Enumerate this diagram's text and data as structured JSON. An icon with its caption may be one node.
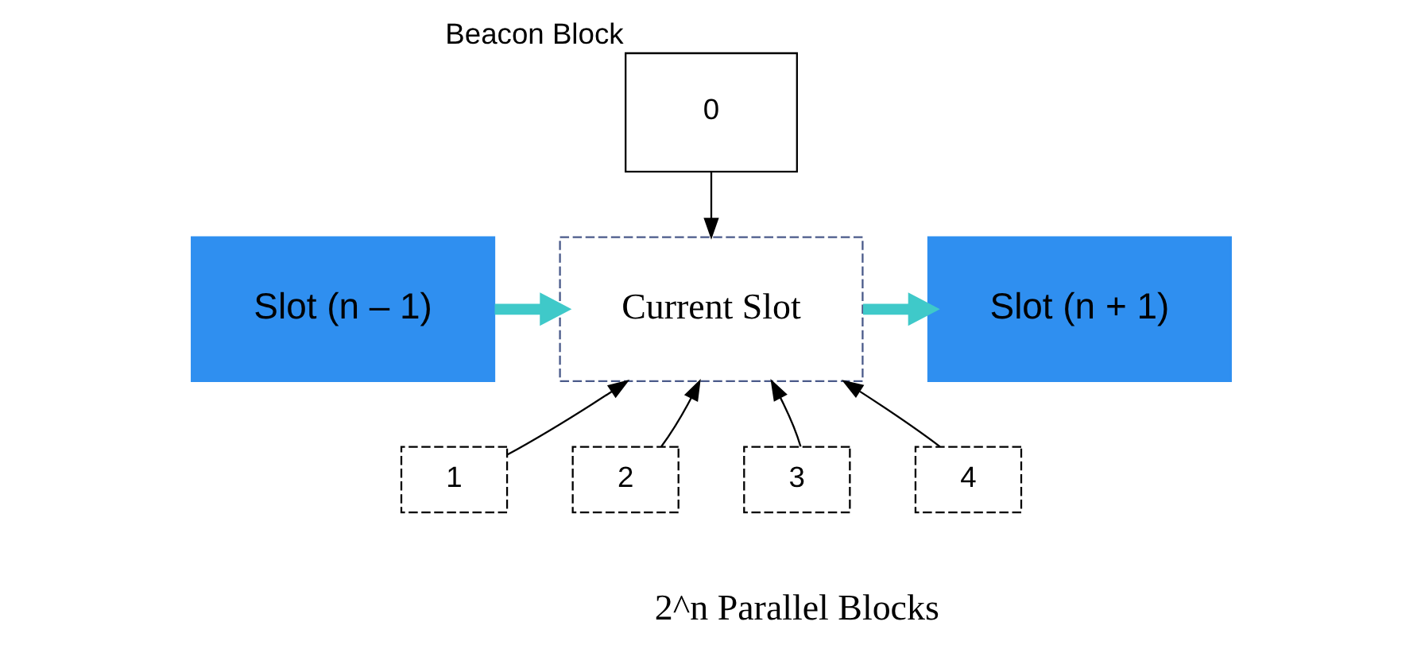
{
  "diagram": {
    "nodes": [
      {
        "text": [
          "0"
        ],
        "beside": [
          "Beacon Block"
        ]
      },
      {
        "text": [
          "Slot (n – 1)"
        ]
      },
      {
        "text": [
          "Current Slot"
        ]
      },
      {
        "text": [
          "Slot (n + 1)"
        ]
      },
      {
        "text": [
          "1"
        ]
      },
      {
        "text": [
          "2"
        ]
      },
      {
        "text": [
          "3"
        ]
      },
      {
        "text": [
          "4"
        ]
      }
    ],
    "edges": [
      {
        "from": 0,
        "to": 2,
        "arrow": "to"
      },
      {
        "from": 1,
        "to": 2,
        "arrow": "to",
        "style": "thick",
        "color": "#3fc9c9"
      },
      {
        "from": 2,
        "to": 3,
        "arrow": "to",
        "style": "thick",
        "color": "#3fc9c9"
      },
      {
        "from": 4,
        "to": 2,
        "arrow": "to"
      },
      {
        "from": 5,
        "to": 2,
        "arrow": "to"
      },
      {
        "from": 6,
        "to": 2,
        "arrow": "to"
      },
      {
        "from": 7,
        "to": 2,
        "arrow": "to"
      }
    ],
    "labels": [
      "2^n Parallel Blocks"
    ]
  }
}
